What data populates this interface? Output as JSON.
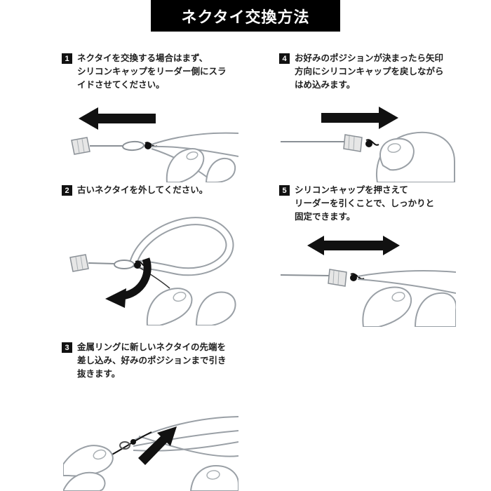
{
  "colors": {
    "banner_bg": "#000000",
    "banner_text": "#ffffff",
    "arrow": "#111111",
    "line_art": "#9aa0a6"
  },
  "banner": {
    "title": "ネクタイ交換方法"
  },
  "steps": [
    {
      "num": "1",
      "text": "ネクタイを交換する場合はまず、\nシリコンキャップをリーダー側にスラ\nイドさせてください。"
    },
    {
      "num": "2",
      "text": "古いネクタイを外してください。"
    },
    {
      "num": "3",
      "text": "金属リングに新しいネクタイの先端を\n差し込み、好みのポジションまで引き\n抜きます。"
    },
    {
      "num": "4",
      "text": "お好みのポジションが決まったら矢印\n方向にシリコンキャップを戻しながら\nはめ込みます。"
    },
    {
      "num": "5",
      "text": "シリコンキャップを押さえて\nリーダーを引くことで、しっかりと\n固定できます。"
    }
  ]
}
